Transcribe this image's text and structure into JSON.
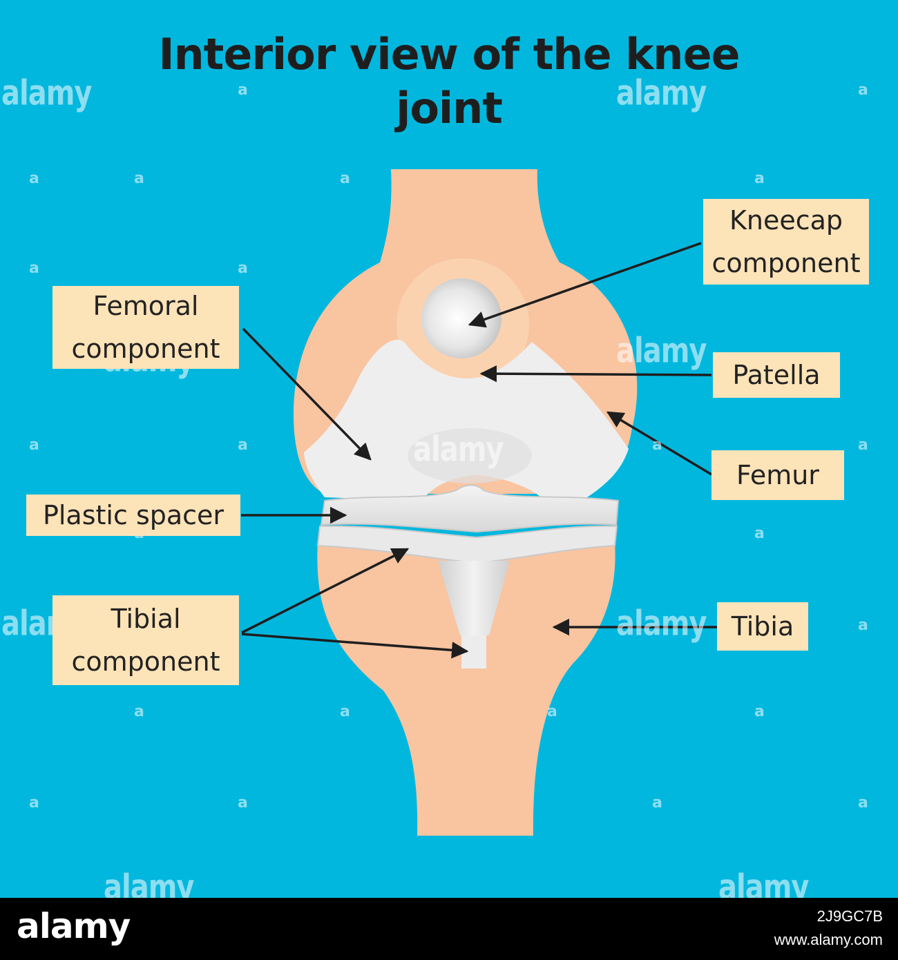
{
  "title": "Interior view of the knee joint",
  "labels": {
    "kneecap_component": "Kneecap component",
    "femoral_component": "Femoral component",
    "patella": "Patella",
    "femur": "Femur",
    "plastic_spacer": "Plastic spacer",
    "tibial_component": "Tibial component",
    "tibia": "Tibia"
  },
  "watermark": {
    "text": "alamy",
    "mark": "a"
  },
  "footer": {
    "logo": "alamy",
    "image_id": "2J9GC7B",
    "url": "www.alamy.com"
  },
  "colors": {
    "background": "#02b7de",
    "bone": "#f9c4a0",
    "implant": "#eeeeee",
    "label_box": "#fde3b8",
    "arrow": "#1e1e1e"
  }
}
